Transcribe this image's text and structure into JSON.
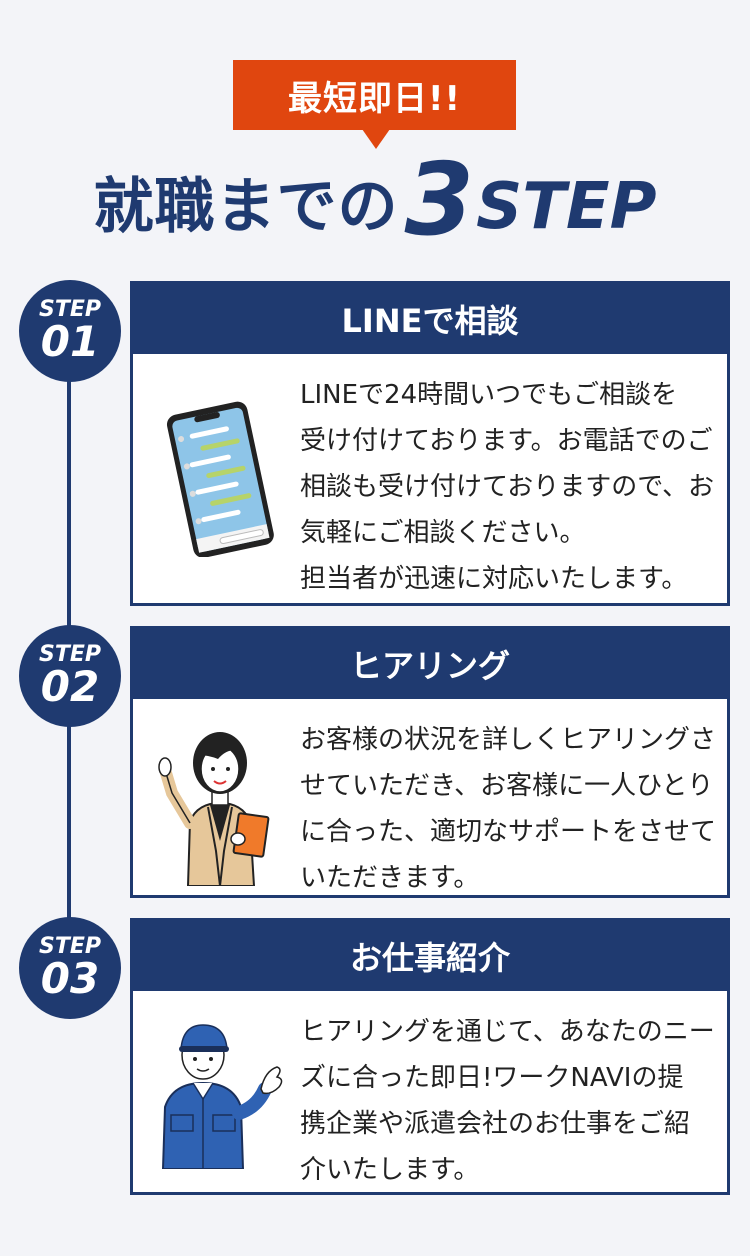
{
  "header": {
    "badge": "最短即日!!",
    "title_main": "就職までの",
    "title_number": "3",
    "title_step": "STEP"
  },
  "steps": [
    {
      "label": "STEP",
      "number": "01",
      "title": "LINEで相談",
      "description": "LINEで24時間いつでもご相談を\n受け付けております。お電話でのご\n相談も受け付けておりますので、お\n気軽にご相談ください。\n担当者が迅速に対応いたします。",
      "icon": "smartphone-line-icon"
    },
    {
      "label": "STEP",
      "number": "02",
      "title": "ヒアリング",
      "description": "お客様の状況を詳しくヒアリングさ\nせていただき、お客様に一人ひとり\nに合った、適切なサポートをさせて\nいただきます。",
      "icon": "consultant-woman-icon"
    },
    {
      "label": "STEP",
      "number": "03",
      "title": "お仕事紹介",
      "description": "ヒアリングを通じて、あなたのニー\nズに合った即日!ワークNAVIの提\n携企業や派遣会社のお仕事をご紹\n介いたします。",
      "icon": "worker-man-icon"
    }
  ],
  "colors": {
    "navy": "#1f3a70",
    "accent": "#e0460f",
    "background": "#f3f4f8"
  }
}
